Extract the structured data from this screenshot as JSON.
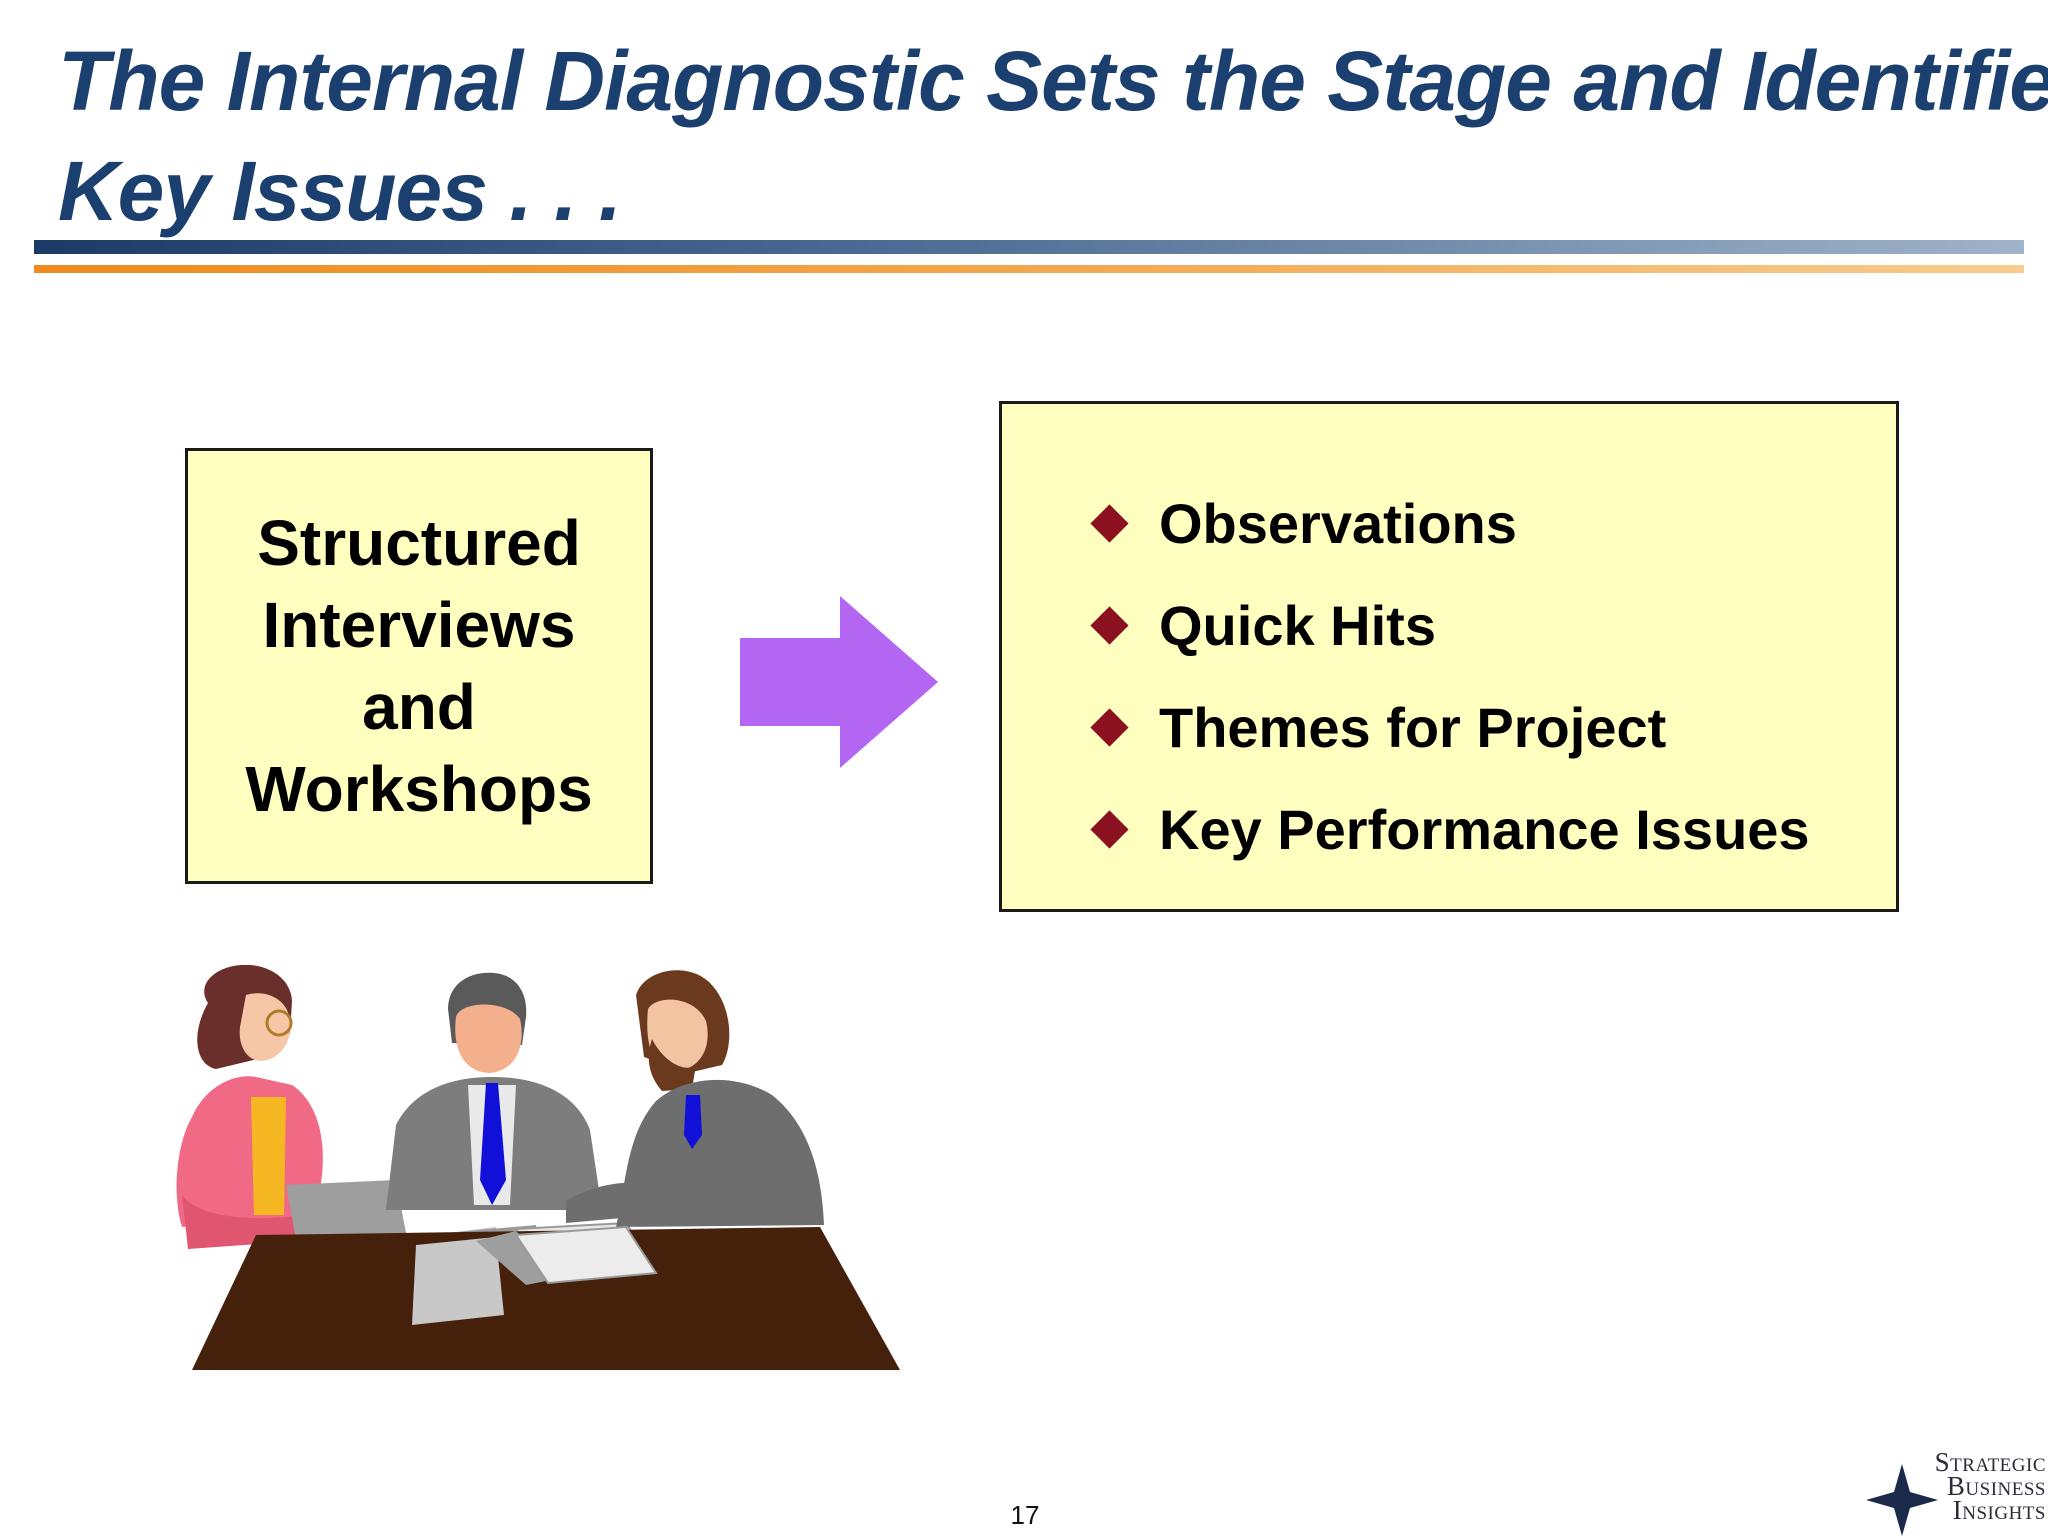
{
  "slide": {
    "title_line1": "The Internal Diagnostic Sets the Stage and Identifies",
    "title_line2": "Key Issues . . .",
    "page_number": "17"
  },
  "left_box": {
    "lines": [
      "Structured",
      "Interviews",
      "and",
      "Workshops"
    ]
  },
  "right_box": {
    "bullets": [
      "Observations",
      "Quick Hits",
      "Themes for Project",
      "Key Performance Issues"
    ]
  },
  "logo": {
    "lines": [
      "Strategic",
      "Business",
      "Insights"
    ]
  },
  "colors": {
    "title": "#1b3f6e",
    "box_fill": "#ffffc0",
    "arrow": "#b366f2",
    "bullet_diamond": "#8b1020",
    "rule_blue": "#1b3a66",
    "rule_orange": "#ee8a1e"
  },
  "illustration": {
    "icon": "meeting-clipart"
  }
}
